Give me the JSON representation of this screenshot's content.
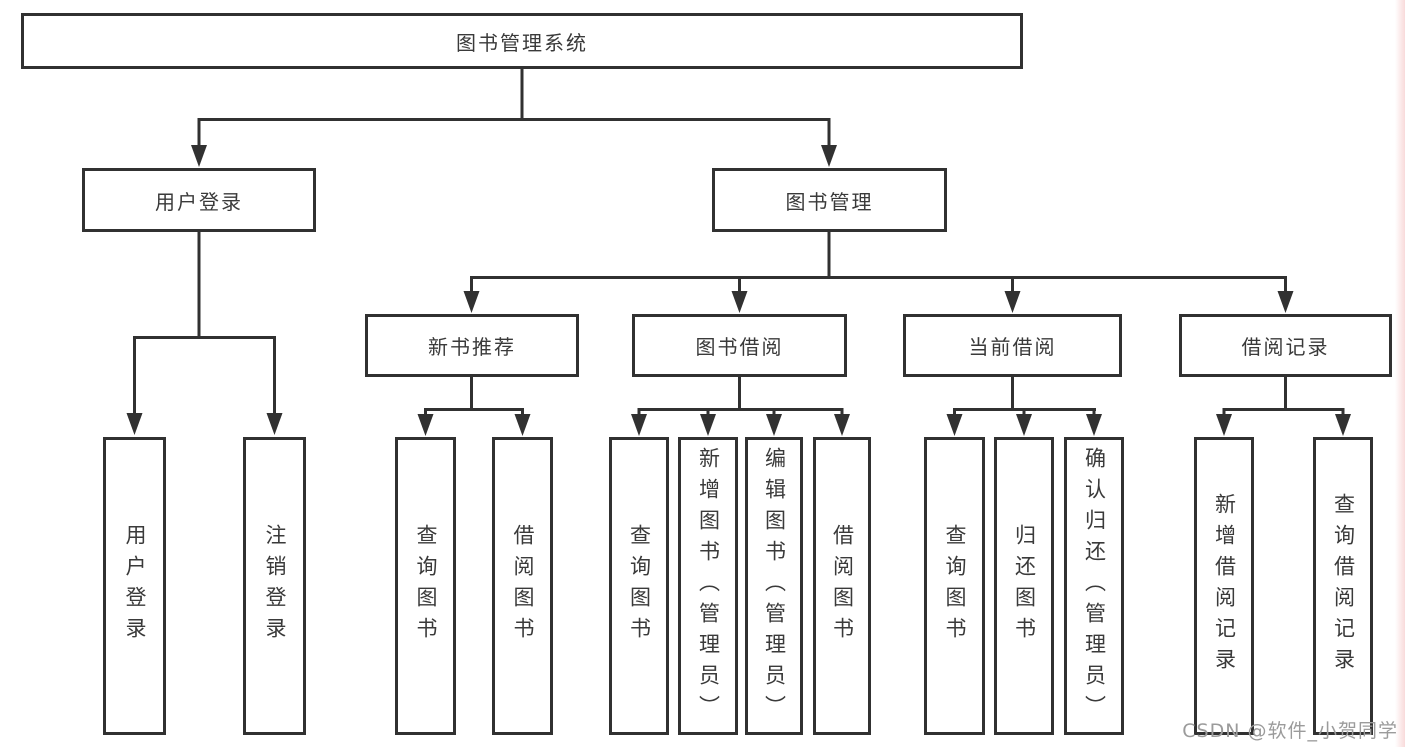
{
  "diagram": {
    "root": {
      "label": "图书管理系统"
    },
    "level2": [
      {
        "label": "用户登录"
      },
      {
        "label": "图书管理"
      }
    ],
    "level3": [
      {
        "label": "新书推荐"
      },
      {
        "label": "图书借阅"
      },
      {
        "label": "当前借阅"
      },
      {
        "label": "借阅记录"
      }
    ],
    "leaves": {
      "user_login": [
        {
          "label": "用户登录"
        },
        {
          "label": "注销登录"
        }
      ],
      "new_book_recommend": [
        {
          "label": "查询图书"
        },
        {
          "label": "借阅图书"
        }
      ],
      "book_borrowing": [
        {
          "label": "查询图书"
        },
        {
          "label": "新增图书（管理员）"
        },
        {
          "label": "编辑图书（管理员）"
        },
        {
          "label": "借阅图书"
        }
      ],
      "current_borrowing": [
        {
          "label": "查询图书"
        },
        {
          "label": "归还图书"
        },
        {
          "label": "确认归还（管理员）"
        }
      ],
      "borrowing_records": [
        {
          "label": "新增借阅记录"
        },
        {
          "label": "查询借阅记录"
        }
      ]
    }
  },
  "watermark": {
    "text": "CSDN @软件_小贺同学"
  },
  "colors": {
    "line": "#313131",
    "text": "#3a3a3a",
    "box_background": "#ffffff",
    "page_background": "#ffffff",
    "watermark_text": "#9b9b9b",
    "right_edge_tint": "#f3bcbc"
  }
}
